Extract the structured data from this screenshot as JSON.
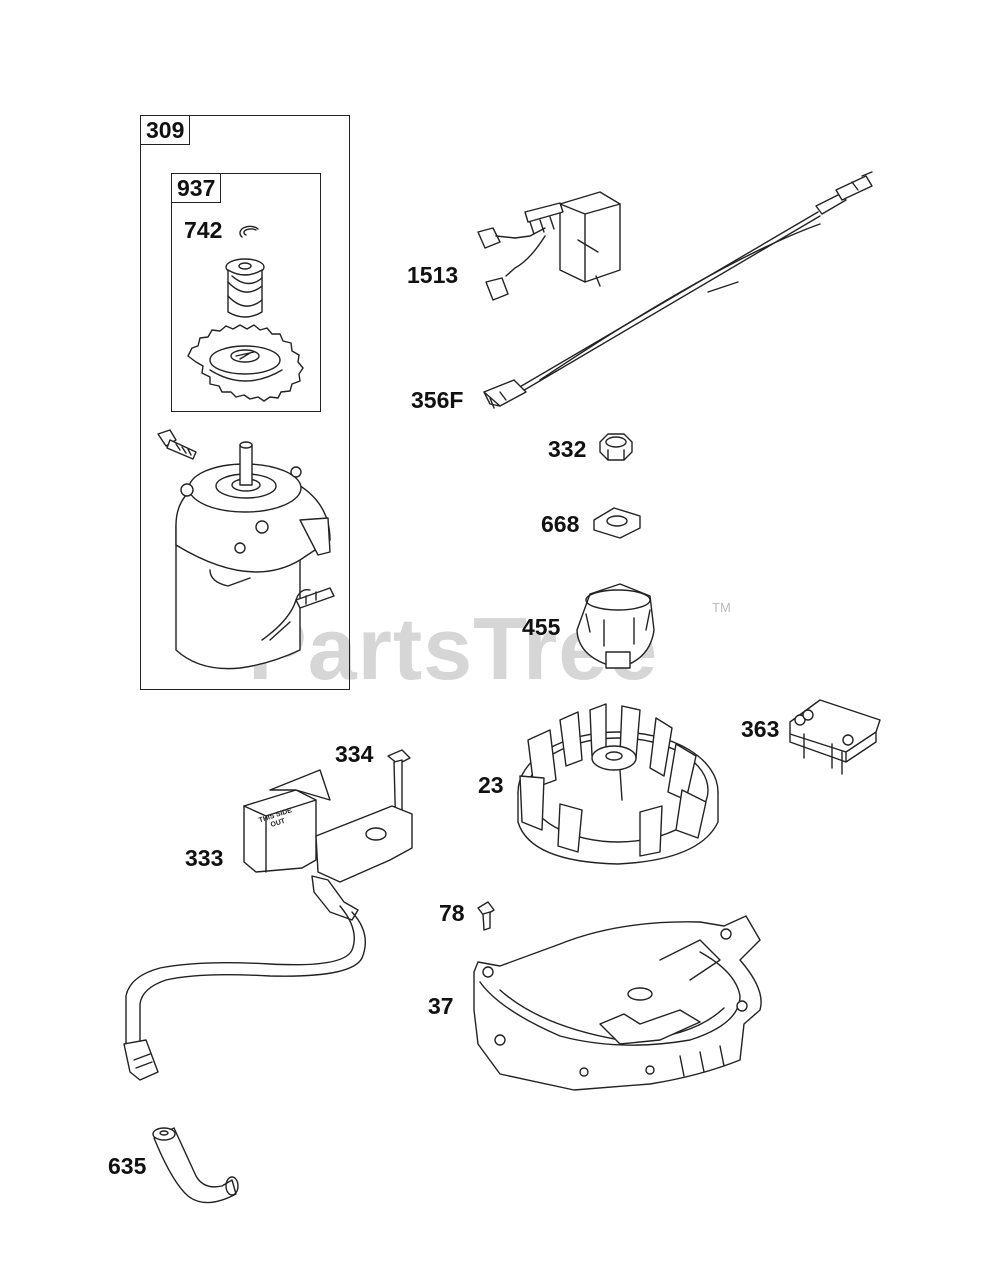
{
  "watermark": {
    "text": "PartsTree",
    "trademark": "TM"
  },
  "groups": [
    {
      "id": "g309",
      "label": "309"
    },
    {
      "id": "g937",
      "label": "937"
    }
  ],
  "labels": {
    "p742": "742",
    "p1513": "1513",
    "p356F": "356F",
    "p332": "332",
    "p668": "668",
    "p455": "455",
    "p363": "363",
    "p334": "334",
    "p23": "23",
    "p333": "333",
    "p78": "78",
    "p37": "37",
    "p635": "635"
  },
  "coil_text": "THIS SIDE OUT"
}
